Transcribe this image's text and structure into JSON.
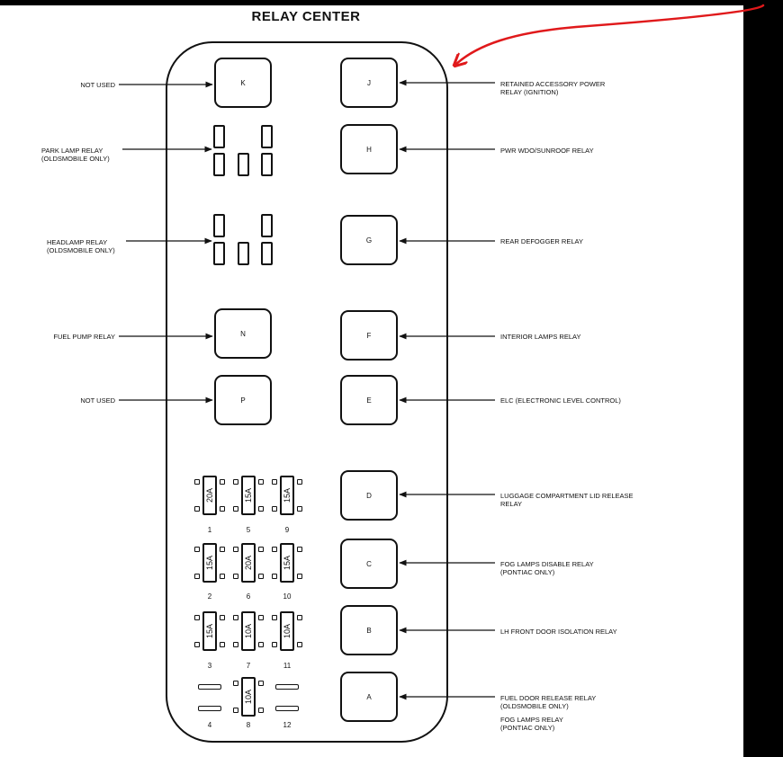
{
  "title": "RELAY CENTER",
  "relays_right": [
    {
      "letter": "J",
      "label1": "RETAINED ACCESSORY POWER",
      "label2": "RELAY (IGNITION)"
    },
    {
      "letter": "H",
      "label1": "PWR WDO/SUNROOF RELAY",
      "label2": ""
    },
    {
      "letter": "G",
      "label1": "REAR DEFOGGER RELAY",
      "label2": ""
    },
    {
      "letter": "F",
      "label1": "INTERIOR LAMPS RELAY",
      "label2": ""
    },
    {
      "letter": "E",
      "label1": "ELC (ELECTRONIC LEVEL CONTROL)",
      "label2": ""
    },
    {
      "letter": "D",
      "label1": "LUGGAGE COMPARTMENT LID RELEASE",
      "label2": "RELAY"
    },
    {
      "letter": "C",
      "label1": "FOG LAMPS DISABLE RELAY",
      "label2": "(PONTIAC ONLY)"
    },
    {
      "letter": "B",
      "label1": "LH FRONT DOOR ISOLATION RELAY",
      "label2": ""
    },
    {
      "letter": "A",
      "label1": "FUEL DOOR RELEASE RELAY",
      "label2": "(OLDSMOBILE ONLY)",
      "label3": "FOG LAMPS RELAY",
      "label4": "(PONTIAC ONLY)"
    }
  ],
  "relays_left": [
    {
      "letter": "K",
      "label1": "NOT USED"
    },
    {
      "letter": "N",
      "label1": "FUEL PUMP RELAY"
    },
    {
      "letter": "P",
      "label1": "NOT USED"
    }
  ],
  "left_labels": {
    "park_lamp": {
      "line1": "PARK LAMP RELAY",
      "line2": "(OLDSMOBILE ONLY)"
    },
    "headlamp": {
      "line1": "HEADLAMP RELAY",
      "line2": "(OLDSMOBILE ONLY)"
    }
  },
  "fuses": [
    {
      "num": "1",
      "rating": "20A"
    },
    {
      "num": "5",
      "rating": "15A"
    },
    {
      "num": "9",
      "rating": "15A"
    },
    {
      "num": "2",
      "rating": "15A"
    },
    {
      "num": "6",
      "rating": "20A"
    },
    {
      "num": "10",
      "rating": "15A"
    },
    {
      "num": "3",
      "rating": "15A"
    },
    {
      "num": "7",
      "rating": "10A"
    },
    {
      "num": "11",
      "rating": "10A"
    },
    {
      "num": "4",
      "rating": ""
    },
    {
      "num": "8",
      "rating": "10A"
    },
    {
      "num": "12",
      "rating": ""
    }
  ],
  "annotation_color": "#e0191b"
}
